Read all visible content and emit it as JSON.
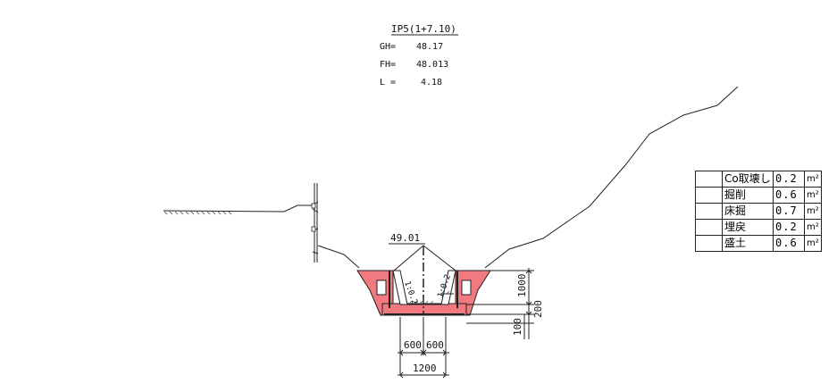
{
  "ip_label": "IP5(1+7.10)",
  "gh": {
    "label": "GH=",
    "value": "48.17"
  },
  "fh": {
    "label": "FH=",
    "value": "48.013"
  },
  "length": {
    "label": "L =",
    "value": "4.18"
  },
  "crown_elevation": "49.01",
  "slope_left": "1:0.2",
  "slope_right": "1:0.2",
  "dimensions": {
    "height": "1000",
    "base": "200",
    "sub": "100",
    "half_left": "600",
    "half_right": "600",
    "total_width": "1200"
  },
  "quantities": [
    {
      "item": "Co取壊し",
      "value": "0.2",
      "unit": "m²"
    },
    {
      "item": "掘削",
      "value": "0.6",
      "unit": "m²"
    },
    {
      "item": "床掘",
      "value": "0.7",
      "unit": "m²"
    },
    {
      "item": "埋戻",
      "value": "0.2",
      "unit": "m²"
    },
    {
      "item": "盛土",
      "value": "0.6",
      "unit": "m²"
    }
  ]
}
